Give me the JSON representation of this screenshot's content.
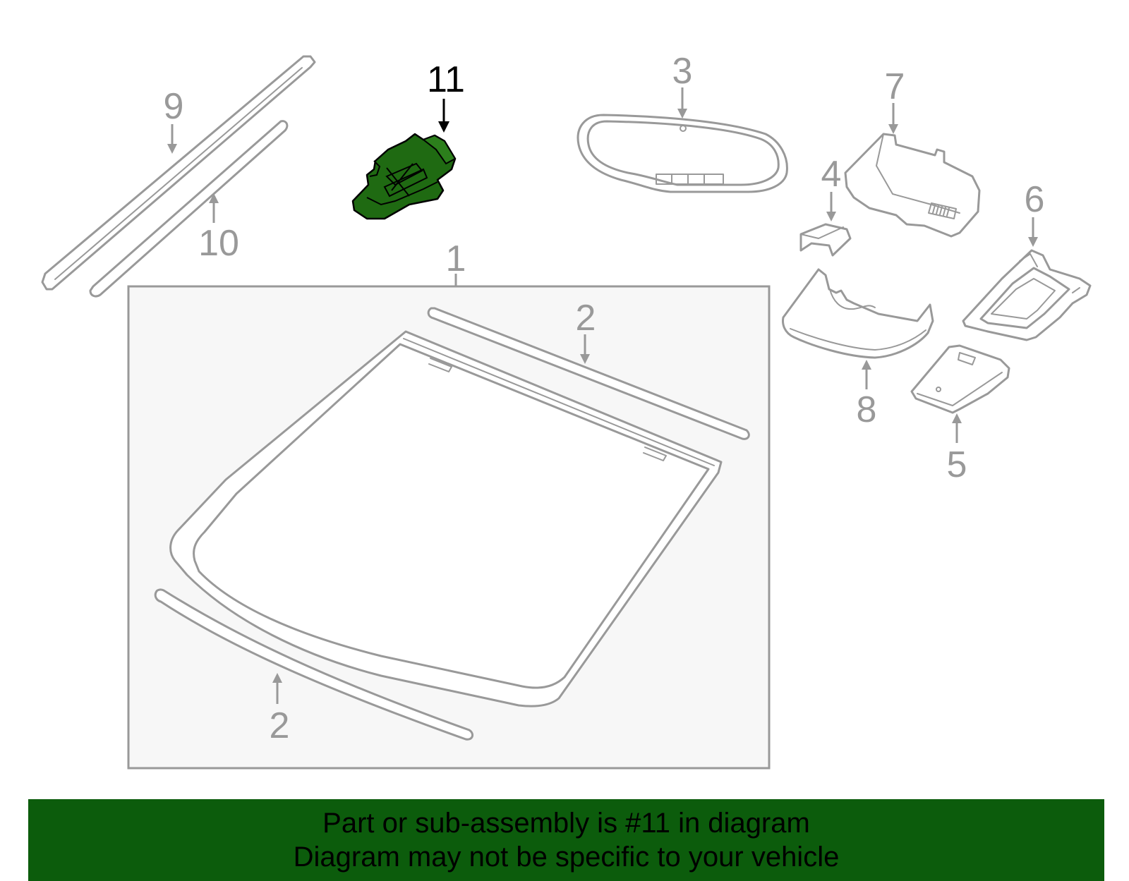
{
  "diagram": {
    "labels": {
      "part_1": "1",
      "part_2_top": "2",
      "part_2_bottom": "2",
      "part_3": "3",
      "part_4": "4",
      "part_5": "5",
      "part_6": "6",
      "part_7": "7",
      "part_8": "8",
      "part_9": "9",
      "part_10": "10",
      "part_11": "11"
    },
    "highlight_color": "#1f6a12",
    "line_color": "#999999"
  },
  "banner": {
    "line1": "Part or sub-assembly is #11 in diagram",
    "line2": "Diagram may not be specific to your vehicle",
    "background": "#0c5c0c"
  }
}
